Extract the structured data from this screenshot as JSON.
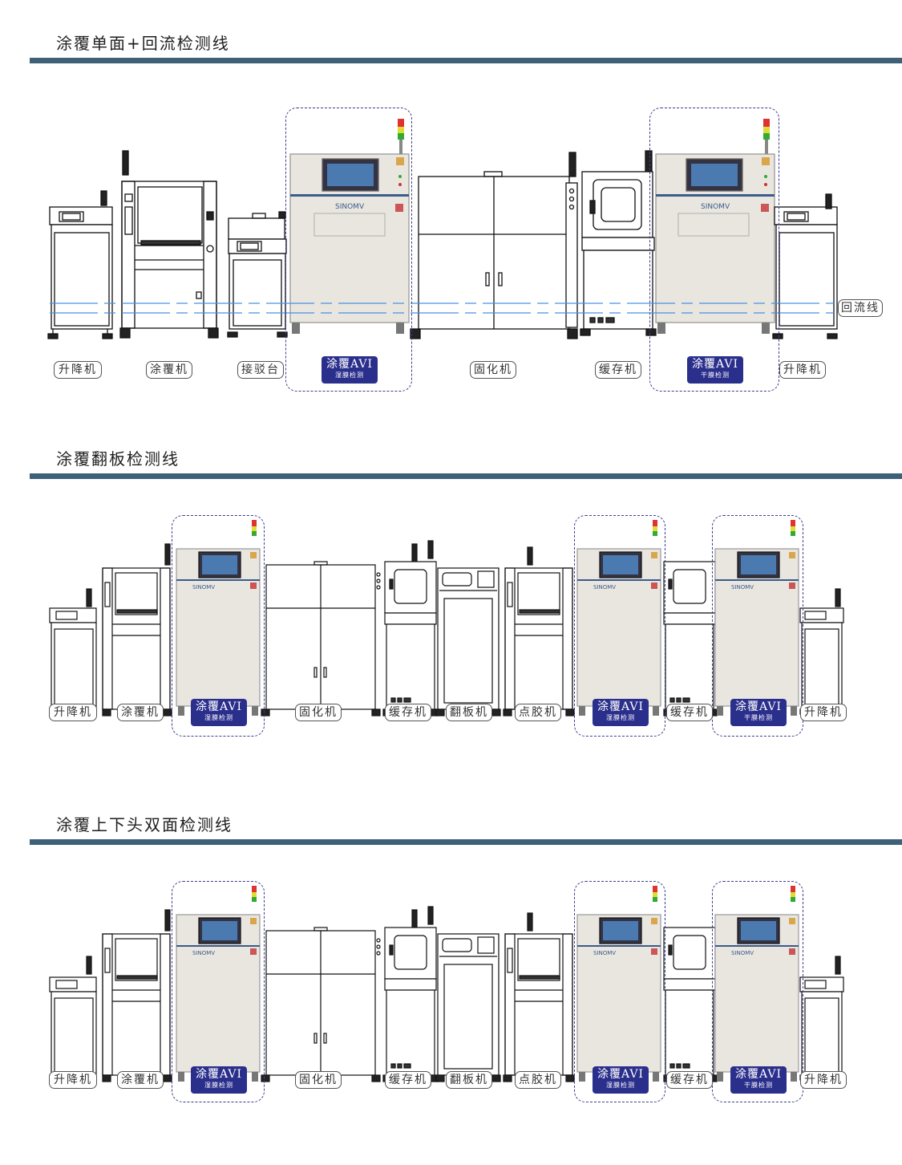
{
  "sections": [
    {
      "title": "涂覆单面+回流检测线",
      "labels": [
        "升降机",
        "涂覆机",
        "接驳台",
        "固化机",
        "缓存机",
        "升降机"
      ],
      "avi": [
        {
          "title": "涂覆AVI",
          "sub": "湿膜检测"
        },
        {
          "title": "涂覆AVI",
          "sub": "干膜检测"
        }
      ],
      "return_label": "回流线",
      "brand": "SINOMV"
    },
    {
      "title": "涂覆翻板检测线",
      "labels": [
        "升降机",
        "涂覆机",
        "固化机",
        "缓存机",
        "翻板机",
        "点胶机",
        "缓存机",
        "升降机"
      ],
      "avi": [
        {
          "title": "涂覆AVI",
          "sub": "湿膜检测"
        },
        {
          "title": "涂覆AVI",
          "sub": "湿膜检测"
        },
        {
          "title": "涂覆AVI",
          "sub": "干膜检测"
        }
      ],
      "brand": "SINOMV"
    },
    {
      "title": "涂覆上下头双面检测线",
      "labels": [
        "升降机",
        "涂覆机",
        "固化机",
        "缓存机",
        "翻板机",
        "点胶机",
        "缓存机",
        "升降机"
      ],
      "avi": [
        {
          "title": "涂覆AVI",
          "sub": "湿膜检测"
        },
        {
          "title": "涂覆AVI",
          "sub": "湿膜检测"
        },
        {
          "title": "涂覆AVI",
          "sub": "干膜检测"
        }
      ],
      "brand": "SINOMV"
    }
  ],
  "colors": {
    "bar": "#3f6178",
    "avi_bg": "#2b2f8c",
    "machine_body": "#e9e6e0",
    "return_line": "#4a90e2"
  }
}
